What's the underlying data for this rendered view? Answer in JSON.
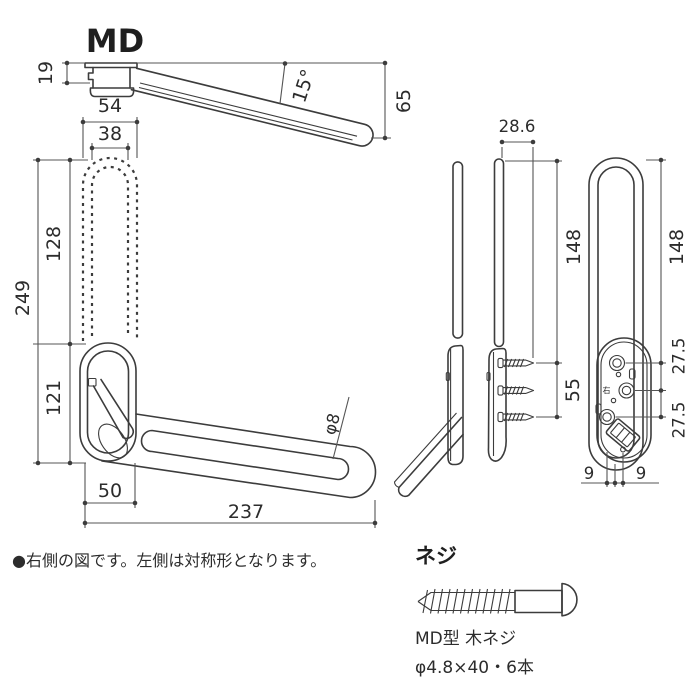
{
  "title": "MD",
  "note": "●右側の図です。左側は対称形となります。",
  "colors": {
    "line": "#3c3c3c",
    "dim": "#555555",
    "text": "#2c2c2c",
    "background": "#ffffff"
  },
  "views": {
    "top": {
      "dims": {
        "mount_height": "19",
        "arm_angle": "15°",
        "tip_drop": "65"
      }
    },
    "front": {
      "dims": {
        "hook_outer_width": "54",
        "hook_inner_width": "38",
        "upper_travel": "128",
        "total_height": "249",
        "plate_height": "121",
        "plate_width": "50",
        "arm_reach": "237",
        "tube_diameter": "φ8"
      }
    },
    "side": {
      "dims": {
        "screw_protrusion": "28.6",
        "top_to_upper_screw": "148",
        "screw_span": "55"
      }
    },
    "rear": {
      "plate_mark": "右",
      "dims": {
        "top_to_upper_hole": "148",
        "hole_pitch_upper": "27.5",
        "hole_pitch_lower": "27.5",
        "hole_offset_left": "9",
        "hole_offset_right": "9"
      }
    }
  },
  "screw": {
    "heading": "ネジ",
    "type": "MD型 木ネジ",
    "spec": "φ4.8×40・6本"
  }
}
